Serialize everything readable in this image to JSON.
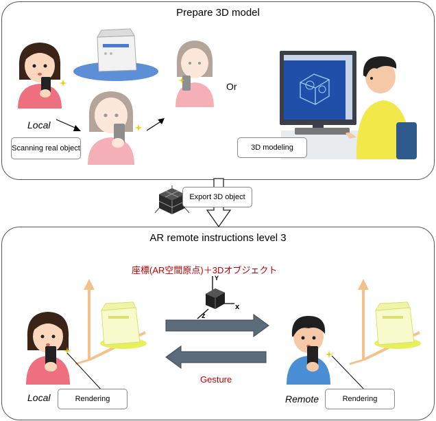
{
  "prepare": {
    "title": "Prepare 3D model",
    "or_label": "Or",
    "local_label": "Local",
    "scan_box": "Scanning real object",
    "modeling_box": "3D modeling"
  },
  "export": {
    "label": "Export 3D object"
  },
  "ar": {
    "title": "AR remote instructions level 3",
    "coord_label": "座標(AR空間原点)＋3Dオブジェクト",
    "gesture_label": "Gesture",
    "local_label": "Local",
    "remote_label": "Remote",
    "rendering_local": "Rendering",
    "rendering_remote": "Rendering",
    "axis_y": "Y",
    "axis_x": "x",
    "axis_z": "z"
  },
  "colors": {
    "arrow_fill": "#5b6b7a",
    "accent_red": "#c00000",
    "axis_orange": "#f5c18a",
    "printer_yellow": "#f3f7b0"
  }
}
